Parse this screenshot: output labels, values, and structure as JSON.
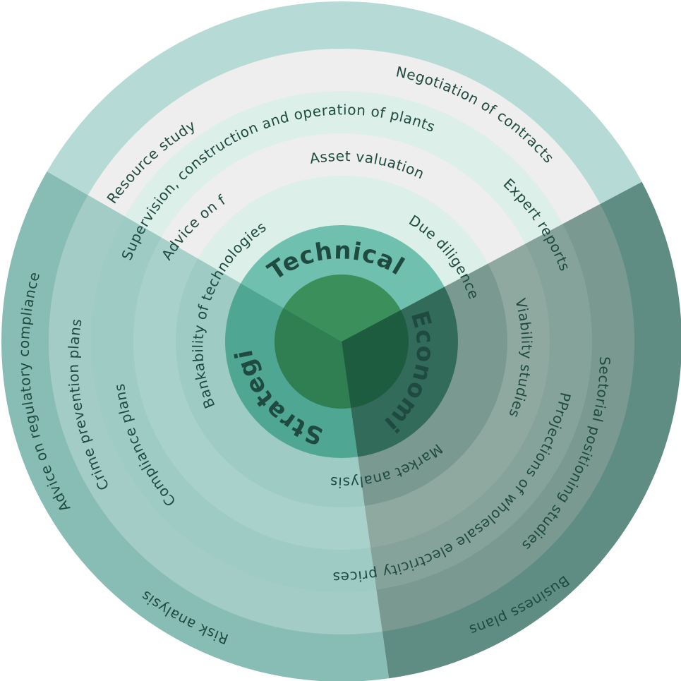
{
  "sectors": [
    {
      "id": "technical",
      "label": "Technical"
    },
    {
      "id": "economic",
      "label": "Economic"
    },
    {
      "id": "strategic",
      "label": "Strategic"
    }
  ],
  "labels": {
    "resource_study": "Resource study",
    "negotiation_of_contracts": "Negotiation of contracts",
    "supervision": "Supervision, construction and operation of plants",
    "asset_valuation": "Asset valuation",
    "expert_reports": "Expert reports",
    "advice_formalities": "Advice on formalities required for plants",
    "bankability": "Bankability of technologies",
    "due_diligence": "Due diligence",
    "viability_studies": "Viability studies",
    "projections": "PProjections of wholesale electricity prices",
    "sectorial_positioning": "Sectorial positioning studies",
    "business_plans": "Business plans",
    "market_analysis": "Market analysis",
    "advice_regulatory": "Advice on regulatory compliance",
    "crime_prevention": "Crime prevention plans",
    "compliance_plans": "Compliance plans",
    "risk_analysis": "Risk analysis"
  },
  "colors": {
    "technical_outer": "#b6dbd6",
    "technical_band_light": "#eeeeee",
    "technical_band_mint": "#dcefe9",
    "technical_core": "#6fc0ae",
    "technical_inner": "#3a8f5b",
    "economic_outer": "#5f8d84",
    "economic_band_1": "#7a9991",
    "economic_band_2": "#86a39b",
    "economic_band_3": "#8fa9a1",
    "economic_band_4": "#7a9991",
    "economic_core": "#336b5b",
    "economic_inner": "#1e5c40",
    "strategic_outer": "#88bdb5",
    "strategic_band_1": "#a3ccc6",
    "strategic_band_2": "#9ecbc4",
    "strategic_band_3": "#a9d1cb",
    "strategic_band_4": "#9ecbc4",
    "strategic_core": "#4ea693",
    "strategic_inner": "#2f7f52",
    "text": "#1f4a3f"
  }
}
